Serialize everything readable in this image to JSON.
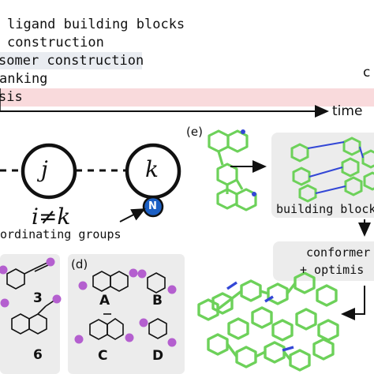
{
  "timeline": {
    "rows": [
      {
        "text": "ligand building blocks",
        "highlight": "none"
      },
      {
        "text": "construction",
        "highlight": "none"
      },
      {
        "text": "somer construction",
        "highlight": "#e9ecf1"
      },
      {
        "text": "anking",
        "highlight": "none"
      },
      {
        "text": "sis",
        "highlight": "#f9dadc"
      }
    ],
    "right_fragment": "c",
    "axis_label": "time"
  },
  "graph": {
    "node_j": "j",
    "node_k": "k",
    "n_badge": "N",
    "constraint": "i≠k",
    "caption": "ordinating groups"
  },
  "panel_d": {
    "marker": "(d)",
    "left_labels": [
      "3",
      "6"
    ],
    "labels": [
      "A",
      "B",
      "C",
      "D"
    ]
  },
  "panel_e": {
    "marker": "(e)",
    "building_blocks_label": "building block",
    "conformer_line1": "conformer",
    "conformer_line2": "+ optimis"
  },
  "colors": {
    "carbon": "#6dd15a",
    "nitrogen": "#3347d6",
    "node_accent": "#1b5fc4",
    "purple_site": "#b45fcf",
    "panel_gray": "#ececec"
  }
}
